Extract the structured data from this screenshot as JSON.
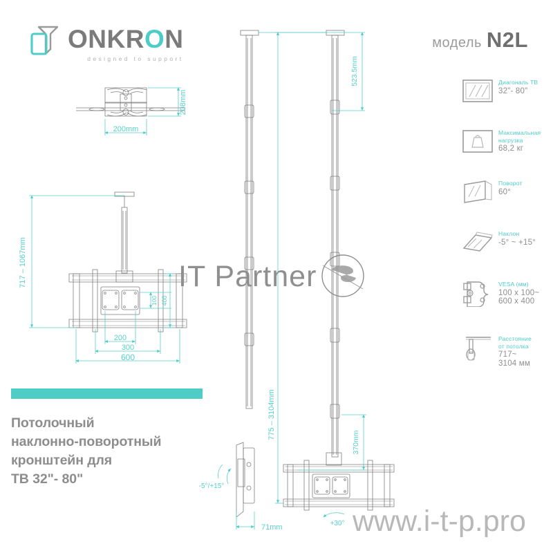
{
  "brand": {
    "logo_word_part1": "ONKR",
    "logo_word_accent": "O",
    "logo_word_part2": "N",
    "tagline": "designed to support",
    "logo_icon": "cube-logo-icon",
    "accent_color": "#4ecdc7",
    "gray_color": "#8a8a8a"
  },
  "header": {
    "model_word": "модель",
    "model_name": "N2L"
  },
  "specs": [
    {
      "icon": "tv-diagonal-icon",
      "label": "Диагональ ТВ",
      "value": "32\"- 80\""
    },
    {
      "icon": "max-load-weight-icon",
      "label": "Максимальная\nнагрузка",
      "value": "68,2 кг"
    },
    {
      "icon": "swivel-rotation-icon",
      "label": "Поворот",
      "value": "60°"
    },
    {
      "icon": "tilt-icon",
      "label": "Наклон",
      "value": "-5° ~ +15°"
    },
    {
      "icon": "vesa-plate-icon",
      "label": "VESA (мм)",
      "value": "100 x 100~\n600 x 400"
    },
    {
      "icon": "ceiling-distance-icon",
      "label": "Расстояние\nот потолка",
      "value": "717~\n3104 мм"
    }
  ],
  "description": {
    "bar_color": "#4ecdc7",
    "text": "Потолочный\nнаклонно-поворотный\nкронштейн для\nТВ 32\"- 80\""
  },
  "drawings": {
    "top_view": {
      "name": "top-view-drawing",
      "width_dim": "200mm",
      "height_dim": "208mm"
    },
    "side_view": {
      "name": "side-view-drawing",
      "height_dim": "717 – 1067mm",
      "width_dims": [
        "200",
        "300",
        "600"
      ],
      "vesa_dims": [
        "100",
        "400"
      ]
    },
    "front_view": {
      "name": "full-height-front-view-drawing",
      "top_dim": "523.5mm",
      "total_dim": "775 – 3104mm",
      "bracket_dim": "370mm",
      "depth_dim": "71mm",
      "tilt_angle": "-5°/+15°",
      "swivel_angle": "+30°"
    }
  },
  "watermarks": {
    "center_text": "IT Partner",
    "center_logo": "swoosh-circle-icon",
    "url": "www.i-t-p.pro"
  }
}
